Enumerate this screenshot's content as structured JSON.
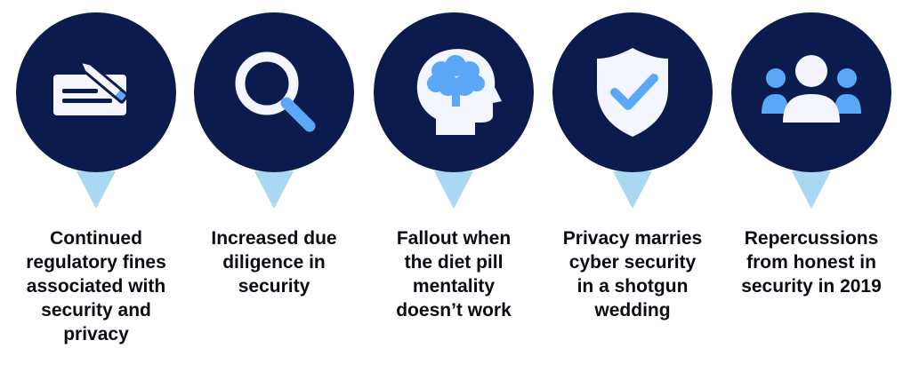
{
  "colors": {
    "circle": "#0b1b4d",
    "accent": "#a9d8f2",
    "icon_light": "#f3f6ff",
    "icon_blue": "#5aa8f7"
  },
  "items": [
    {
      "icon": "document-pencil-icon",
      "caption": "Continued\nregulatory fines\nassociated with\nsecurity and\nprivacy"
    },
    {
      "icon": "magnifying-glass-icon",
      "caption": "Increased due\ndiligence in\nsecurity"
    },
    {
      "icon": "head-brain-icon",
      "caption": "Fallout when\nthe diet pill\nmentality\ndoesn’t work"
    },
    {
      "icon": "shield-check-icon",
      "caption": "Privacy marries\ncyber security\nin a shotgun\nwedding"
    },
    {
      "icon": "users-group-icon",
      "caption": "Repercussions\nfrom honest in\nsecurity in 2019"
    }
  ]
}
